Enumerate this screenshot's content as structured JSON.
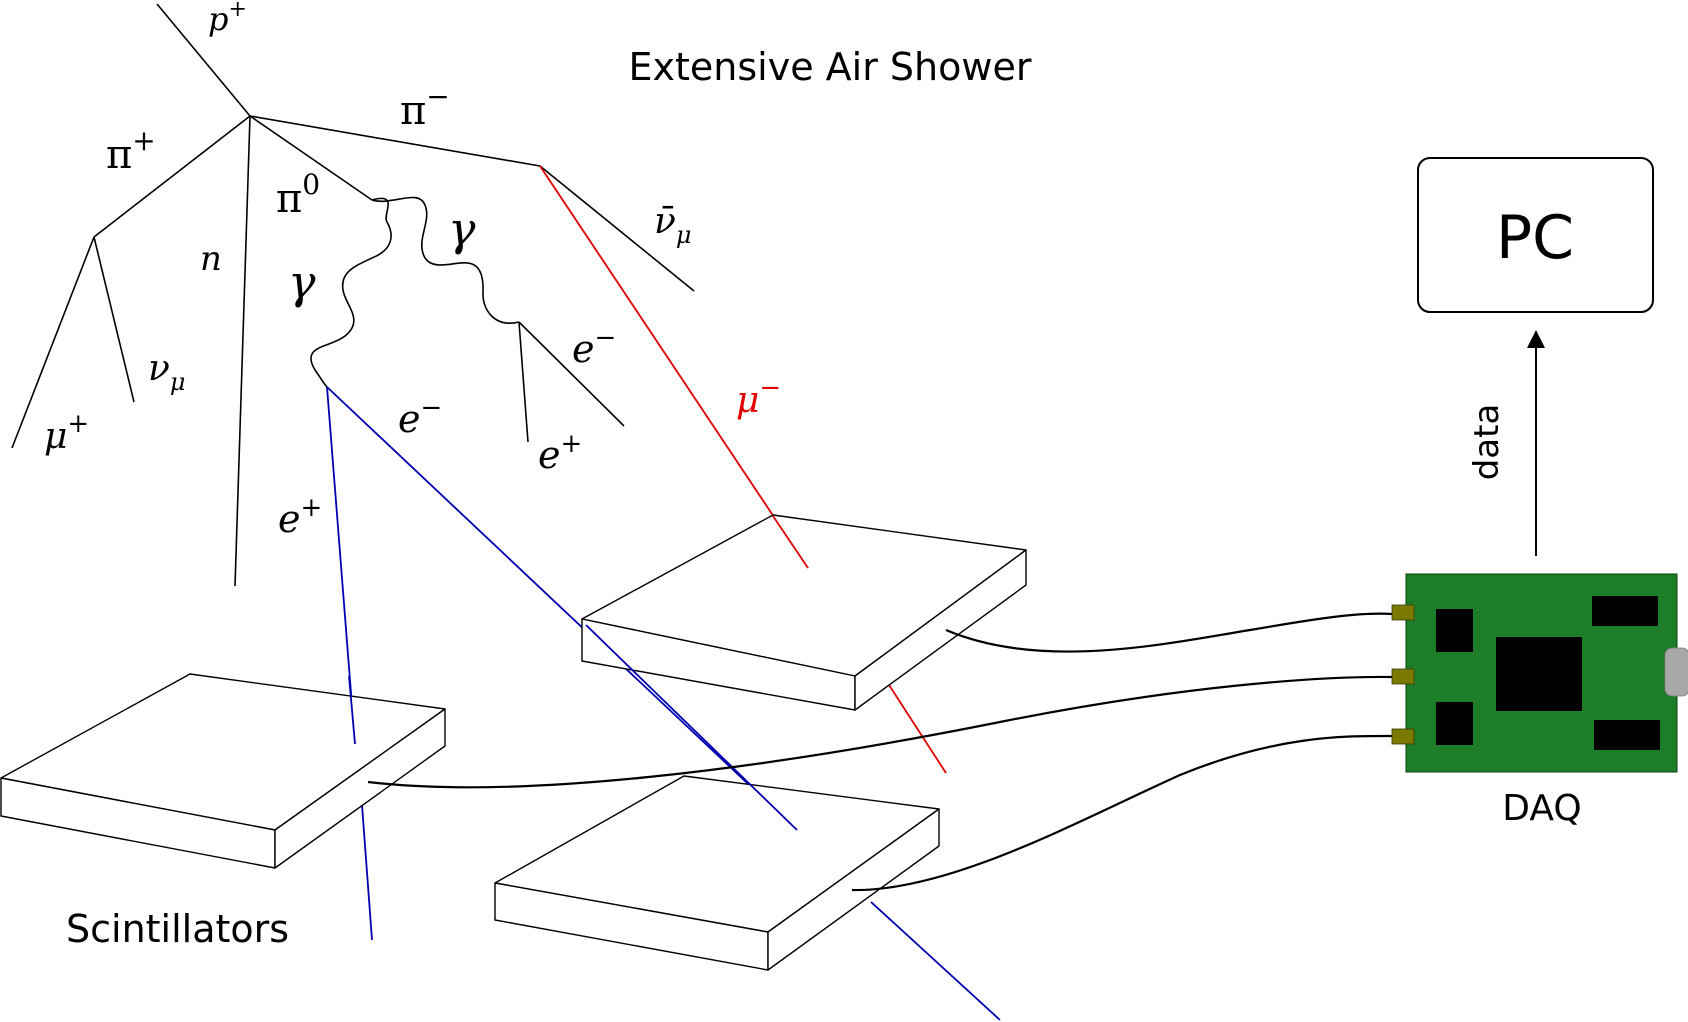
{
  "title": "Extensive Air Shower",
  "particles": {
    "p_plus": {
      "base": "p",
      "sup": "+"
    },
    "pi_plus": {
      "base": "π",
      "sup": "+"
    },
    "pi_minus": {
      "base": "π",
      "sup": "−"
    },
    "pi_zero": {
      "base": "π",
      "sup": "0"
    },
    "neutron": {
      "base": "n"
    },
    "gamma_left": {
      "base": "γ"
    },
    "gamma_right": {
      "base": "γ"
    },
    "nubar_mu": {
      "base": "ν̄",
      "sub": "μ"
    },
    "nu_mu": {
      "base": "ν",
      "sub": "μ"
    },
    "mu_plus": {
      "base": "μ",
      "sup": "+"
    },
    "mu_minus": {
      "base": "μ",
      "sup": "−"
    },
    "e_minus_right": {
      "base": "e",
      "sup": "−"
    },
    "e_plus_right": {
      "base": "e",
      "sup": "+"
    },
    "e_minus_left": {
      "base": "e",
      "sup": "−"
    },
    "e_plus_left": {
      "base": "e",
      "sup": "+"
    }
  },
  "labels": {
    "scintillators": "Scintillators",
    "daq": "DAQ",
    "pc": "PC",
    "data": "data"
  },
  "colors": {
    "line": "#000000",
    "muon": "#e00000",
    "electron": "#0000b0",
    "board": "#1e7e28",
    "connector": "#7a7a00",
    "chip": "#000000",
    "usb": "#a8a8a8"
  }
}
